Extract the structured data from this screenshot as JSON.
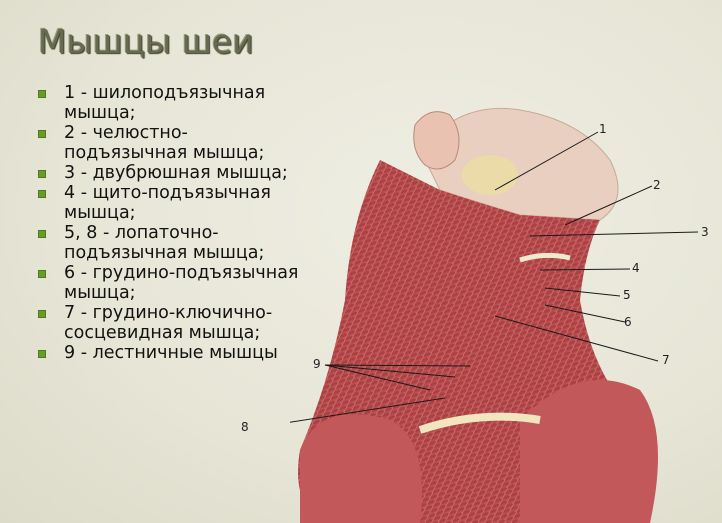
{
  "title": "Мышцы шеи",
  "legend": [
    {
      "text": "1 - шилоподъязычная мышца;"
    },
    {
      "text": "2 - челюстно-подъязычная мышца;"
    },
    {
      "text": "3 - двубрюшная мышца;"
    },
    {
      "text": "4 - щито-подъязычная мышца;"
    },
    {
      "text": "5, 8 - лопаточно-подъязычная мышца;"
    },
    {
      "text": "6 - грудино-подъязычная мышца;"
    },
    {
      "text": "7 - грудино-ключично-сосцевидная мышца;"
    },
    {
      "text": "9 - лестничные мышцы"
    }
  ],
  "figure": {
    "description": "anatomical illustration of neck muscles, lateral view",
    "labels": [
      "1",
      "2",
      "3",
      "4",
      "5",
      "6",
      "7",
      "8",
      "9"
    ]
  },
  "colors": {
    "background": "#e8e7d9",
    "title": "#666a4e",
    "bullet": "#6a9a2a",
    "muscle": "#b8484a"
  }
}
